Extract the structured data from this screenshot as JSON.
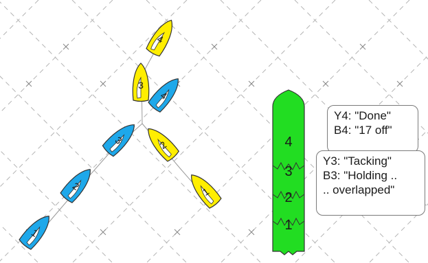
{
  "colors": {
    "yellow": "#ffee00",
    "blue": "#1ea8ea",
    "green": "#22dd22",
    "grid": "#b4b4b4"
  },
  "boats": {
    "yellow": [
      "1",
      "2",
      "3",
      "4"
    ],
    "blue": [
      "1",
      "2",
      "3",
      "4"
    ]
  },
  "committee_boat": {
    "labels": [
      "1",
      "2",
      "3",
      "4"
    ]
  },
  "callouts": {
    "top": {
      "line1": "Y4: \"Done\"",
      "line2": "B4: \"17 off\""
    },
    "bottom": {
      "line1": "Y3: \"Tacking\"",
      "line2": "B3: \"Holding ..",
      "line3": ".. overlapped\""
    }
  }
}
